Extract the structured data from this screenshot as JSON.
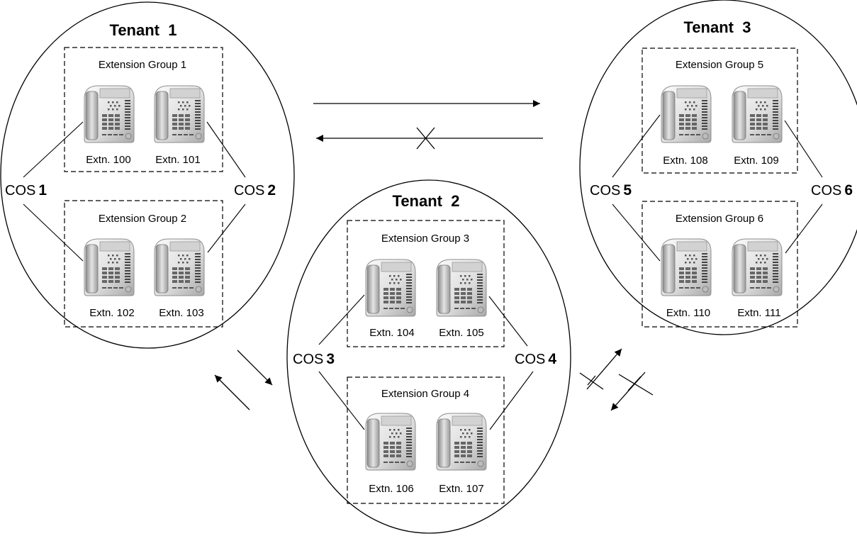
{
  "tenants": [
    {
      "title": "Tenant  1",
      "groups": [
        {
          "label": "Extension Group 1",
          "extensions": [
            "Extn. 100",
            "Extn. 101"
          ]
        },
        {
          "label": "Extension Group 2",
          "extensions": [
            "Extn. 102",
            "Extn. 103"
          ]
        }
      ],
      "cos": [
        {
          "prefix": "COS",
          "number": "1"
        },
        {
          "prefix": "COS",
          "number": "2"
        }
      ]
    },
    {
      "title": "Tenant  2",
      "groups": [
        {
          "label": "Extension Group 3",
          "extensions": [
            "Extn. 104",
            "Extn. 105"
          ]
        },
        {
          "label": "Extension Group 4",
          "extensions": [
            "Extn. 106",
            "Extn. 107"
          ]
        }
      ],
      "cos": [
        {
          "prefix": "COS",
          "number": "3"
        },
        {
          "prefix": "COS",
          "number": "4"
        }
      ]
    },
    {
      "title": "Tenant  3",
      "groups": [
        {
          "label": "Extension Group 5",
          "extensions": [
            "Extn. 108",
            "Extn. 109"
          ]
        },
        {
          "label": "Extension Group 6",
          "extensions": [
            "Extn. 110",
            "Extn. 111"
          ]
        }
      ],
      "cos": [
        {
          "prefix": "COS",
          "number": "5"
        },
        {
          "prefix": "COS",
          "number": "6"
        }
      ]
    }
  ],
  "connections": [
    {
      "from": "Tenant  1",
      "to": "Tenant  3",
      "allowed": true
    },
    {
      "from": "Tenant  3",
      "to": "Tenant  1",
      "allowed": false
    },
    {
      "from": "Tenant  1",
      "to": "Tenant  2",
      "allowed": true
    },
    {
      "from": "Tenant  2",
      "to": "Tenant  1",
      "allowed": true
    },
    {
      "from": "Tenant  2",
      "to": "Tenant  3",
      "allowed": false
    },
    {
      "from": "Tenant  3",
      "to": "Tenant  2",
      "allowed": false
    }
  ],
  "icons": {
    "phone": "desk-phone-icon",
    "blocked": "cross-mark-icon"
  }
}
